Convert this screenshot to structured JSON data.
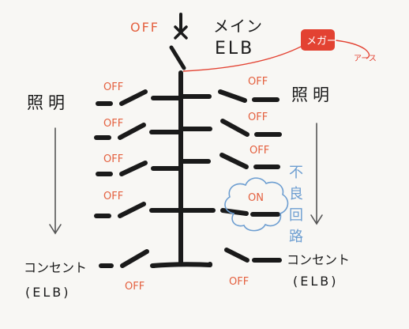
{
  "main_breaker": {
    "label_line1": "メイン",
    "label_line2": "ELB",
    "state": "OFF"
  },
  "megger": {
    "label": "メガー",
    "ground_label": "アース"
  },
  "left_side": {
    "label_top": "照明",
    "label_bottom_line1": "コンセント",
    "label_bottom_line2": "(ELB)",
    "breakers": [
      "OFF",
      "OFF",
      "OFF",
      "OFF",
      "OFF"
    ]
  },
  "right_side": {
    "label_top": "照明",
    "label_bottom_line1": "コンセント",
    "label_bottom_line2": "(ELB)",
    "breakers": [
      "OFF",
      "OFF",
      "OFF",
      "ON",
      "OFF"
    ]
  },
  "fault_circuit": {
    "label_chars": [
      "不",
      "良",
      "回",
      "路"
    ]
  },
  "colors": {
    "ink": "#1a1a1a",
    "off_red": "#e4603f",
    "megger_red": "#e34232",
    "fault_blue": "#6d9ed1",
    "gray": "#555555"
  }
}
